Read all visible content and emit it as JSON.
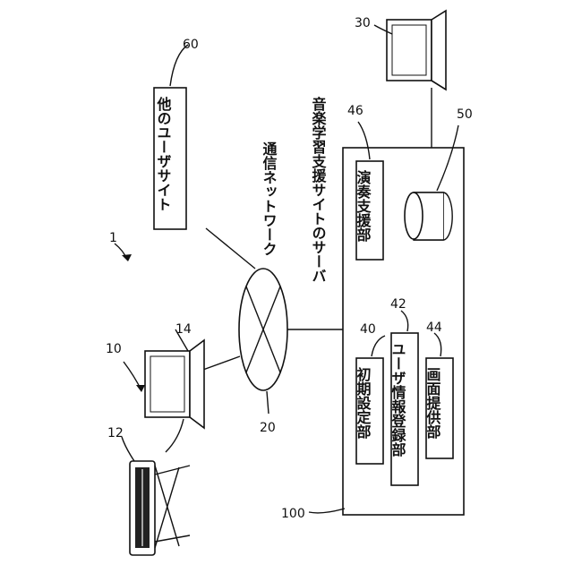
{
  "diagram": {
    "system_ref": "1",
    "network": {
      "ref": "20",
      "label": "通信ネットワーク"
    },
    "other_site": {
      "ref": "60",
      "label": "他のユーザサイト"
    },
    "server": {
      "ref": "100",
      "label": "音楽学習支援サイトのサーバ"
    },
    "modules": [
      {
        "ref": "40",
        "label": "初期設定部"
      },
      {
        "ref": "42",
        "label": "ユーザ情報登録部"
      },
      {
        "ref": "44",
        "label": "画面提供部"
      },
      {
        "ref": "46",
        "label": "演奏支援部"
      }
    ],
    "database": {
      "ref": "50"
    },
    "admin_terminal": {
      "ref": "30"
    },
    "user_terminal": {
      "ref": "10"
    },
    "user_pc": {
      "ref": "14"
    },
    "instrument": {
      "ref": "12"
    }
  }
}
